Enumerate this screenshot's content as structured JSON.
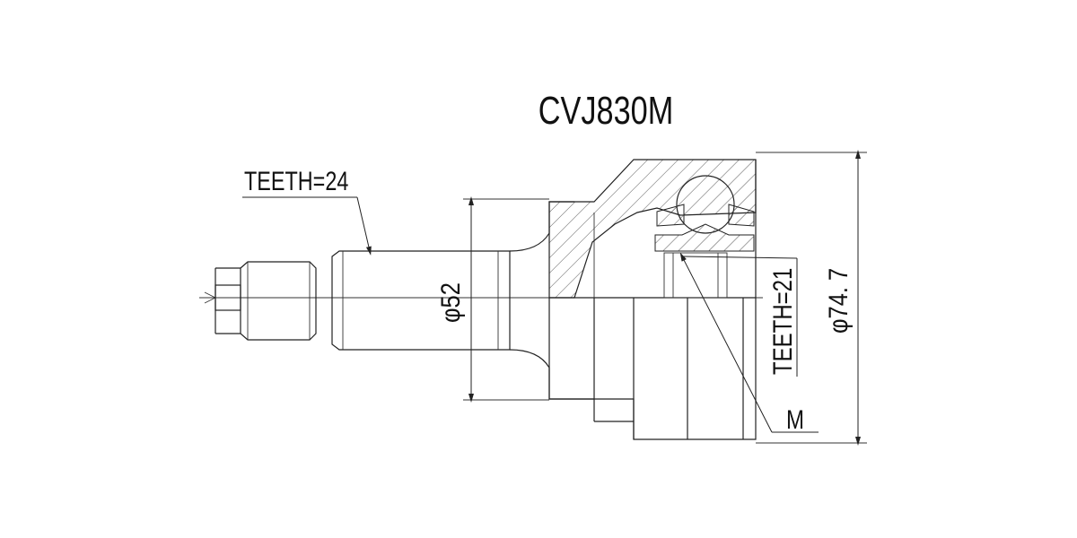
{
  "drawing": {
    "part_number": "CVJ830M",
    "teeth_outer": "TEETH=24",
    "shaft_diameter": "φ52",
    "teeth_inner": "TEETH=21",
    "outer_diameter": "φ74. 7",
    "mark_m": "M"
  },
  "colors": {
    "line": "#222222",
    "background": "#ffffff"
  }
}
